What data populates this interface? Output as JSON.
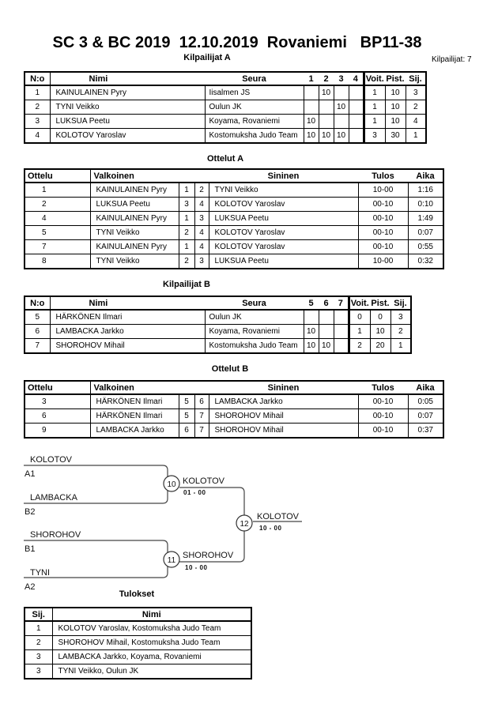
{
  "header": {
    "title": "SC 3 & BC 2019  12.10.2019  Rovaniemi   BP11-38",
    "competitors_total": "Kilpailijat: 7"
  },
  "competitors_a": {
    "title": "Kilpailijat A",
    "headers": {
      "no": "N:o",
      "name": "Nimi",
      "club": "Seura",
      "rounds": [
        "1",
        "2",
        "3",
        "4"
      ],
      "wins": "Voit.",
      "points": "Pist.",
      "place": "Sij."
    },
    "rows": [
      {
        "no": "1",
        "name": "KAINULAINEN Pyry",
        "club": "Iisalmen JS",
        "r1": "",
        "r2": "10",
        "r3": "",
        "r4": "",
        "wins": "1",
        "points": "10",
        "place": "3"
      },
      {
        "no": "2",
        "name": "TYNI Veikko",
        "club": "Oulun JK",
        "r1": "",
        "r2": "",
        "r3": "10",
        "r4": "",
        "wins": "1",
        "points": "10",
        "place": "2"
      },
      {
        "no": "3",
        "name": "LUKSUA Peetu",
        "club": "Koyama, Rovaniemi",
        "r1": "10",
        "r2": "",
        "r3": "",
        "r4": "",
        "wins": "1",
        "points": "10",
        "place": "4"
      },
      {
        "no": "4",
        "name": "KOLOTOV Yaroslav",
        "club": "Kostomuksha Judo Team",
        "r1": "10",
        "r2": "10",
        "r3": "10",
        "r4": "",
        "wins": "3",
        "points": "30",
        "place": "1"
      }
    ]
  },
  "matches_a": {
    "title": "Ottelut A",
    "headers": {
      "match": "Ottelu",
      "white": "Valkoinen",
      "blue": "Sininen",
      "result": "Tulos",
      "time": "Aika"
    },
    "rows": [
      {
        "match": "1",
        "white": "KAINULAINEN Pyry",
        "white_no": "1",
        "blue_no": "2",
        "blue": "TYNI Veikko",
        "result": "10-00",
        "time": "1:16"
      },
      {
        "match": "2",
        "white": "LUKSUA Peetu",
        "white_no": "3",
        "blue_no": "4",
        "blue": "KOLOTOV Yaroslav",
        "result": "00-10",
        "time": "0:10"
      },
      {
        "match": "4",
        "white": "KAINULAINEN Pyry",
        "white_no": "1",
        "blue_no": "3",
        "blue": "LUKSUA Peetu",
        "result": "00-10",
        "time": "1:49"
      },
      {
        "match": "5",
        "white": "TYNI Veikko",
        "white_no": "2",
        "blue_no": "4",
        "blue": "KOLOTOV Yaroslav",
        "result": "00-10",
        "time": "0:07"
      },
      {
        "match": "7",
        "white": "KAINULAINEN Pyry",
        "white_no": "1",
        "blue_no": "4",
        "blue": "KOLOTOV Yaroslav",
        "result": "00-10",
        "time": "0:55"
      },
      {
        "match": "8",
        "white": "TYNI Veikko",
        "white_no": "2",
        "blue_no": "3",
        "blue": "LUKSUA Peetu",
        "result": "10-00",
        "time": "0:32"
      }
    ]
  },
  "competitors_b": {
    "title": "Kilpailijat B",
    "headers": {
      "no": "N:o",
      "name": "Nimi",
      "club": "Seura",
      "rounds": [
        "5",
        "6",
        "7"
      ],
      "wins": "Voit.",
      "points": "Pist.",
      "place": "Sij."
    },
    "rows": [
      {
        "no": "5",
        "name": "HÄRKÖNEN Ilmari",
        "club": "Oulun JK",
        "r1": "",
        "r2": "",
        "r3": "",
        "wins": "0",
        "points": "0",
        "place": "3"
      },
      {
        "no": "6",
        "name": "LAMBACKA Jarkko",
        "club": "Koyama, Rovaniemi",
        "r1": "10",
        "r2": "",
        "r3": "",
        "wins": "1",
        "points": "10",
        "place": "2"
      },
      {
        "no": "7",
        "name": "SHOROHOV Mihail",
        "club": "Kostomuksha Judo Team",
        "r1": "10",
        "r2": "10",
        "r3": "",
        "wins": "2",
        "points": "20",
        "place": "1"
      }
    ]
  },
  "matches_b": {
    "title": "Ottelut B",
    "headers": {
      "match": "Ottelu",
      "white": "Valkoinen",
      "blue": "Sininen",
      "result": "Tulos",
      "time": "Aika"
    },
    "rows": [
      {
        "match": "3",
        "white": "HÄRKÖNEN Ilmari",
        "white_no": "5",
        "blue_no": "6",
        "blue": "LAMBACKA Jarkko",
        "result": "00-10",
        "time": "0:05"
      },
      {
        "match": "6",
        "white": "HÄRKÖNEN Ilmari",
        "white_no": "5",
        "blue_no": "7",
        "blue": "SHOROHOV Mihail",
        "result": "00-10",
        "time": "0:07"
      },
      {
        "match": "9",
        "white": "LAMBACKA Jarkko",
        "white_no": "6",
        "blue_no": "7",
        "blue": "SHOROHOV Mihail",
        "result": "00-10",
        "time": "0:37"
      }
    ]
  },
  "bracket": {
    "semifinal_1": {
      "top": "KOLOTOV",
      "top_seed": "A1",
      "bottom": "LAMBACKA",
      "bottom_seed": "B2",
      "match_no": "10",
      "winner": "KOLOTOV",
      "score": "01 - 00"
    },
    "semifinal_2": {
      "top": "SHOROHOV",
      "top_seed": "B1",
      "bottom": "TYNI",
      "bottom_seed": "A2",
      "match_no": "11",
      "winner": "SHOROHOV",
      "score": "10 - 00"
    },
    "final": {
      "match_no": "12",
      "winner": "KOLOTOV",
      "score": "10 - 00"
    }
  },
  "results": {
    "title": "Tulokset",
    "headers": {
      "place": "Sij.",
      "name": "Nimi"
    },
    "rows": [
      {
        "place": "1",
        "name": "KOLOTOV Yaroslav, Kostomuksha Judo Team"
      },
      {
        "place": "2",
        "name": "SHOROHOV Mihail, Kostomuksha Judo Team"
      },
      {
        "place": "3",
        "name": "LAMBACKA Jarkko, Koyama, Rovaniemi"
      },
      {
        "place": "3",
        "name": "TYNI Veikko, Oulun JK"
      }
    ]
  }
}
